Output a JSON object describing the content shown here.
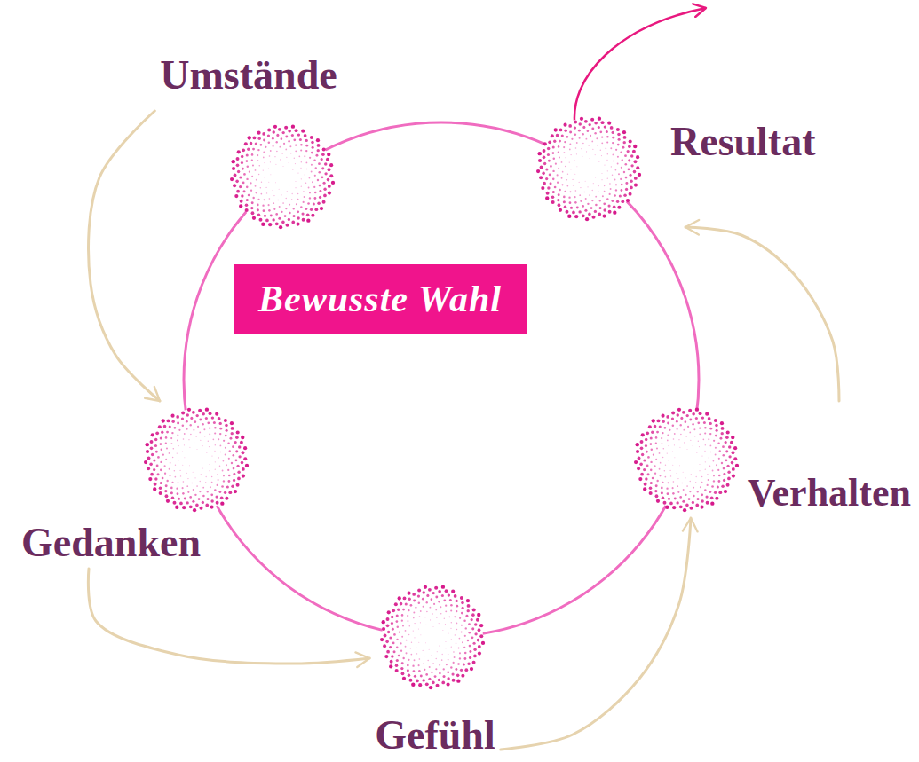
{
  "diagram": {
    "nodes": [
      {
        "text": [
          "Umstände"
        ]
      },
      {
        "text": [
          "Resultat"
        ]
      },
      {
        "text": [
          "Bewusste Wahl"
        ]
      },
      {
        "text": [
          "Gedanken"
        ]
      },
      {
        "text": [
          "Verhalten"
        ]
      },
      {
        "text": [
          "Gefühl"
        ]
      }
    ],
    "edges": [
      {
        "from": 0,
        "to": 3,
        "arrow": "to"
      },
      {
        "from": 3,
        "to": 5,
        "arrow": "to"
      },
      {
        "from": 5,
        "to": 4,
        "arrow": "to"
      },
      {
        "from": 4,
        "to": 1,
        "arrow": "to"
      }
    ]
  }
}
